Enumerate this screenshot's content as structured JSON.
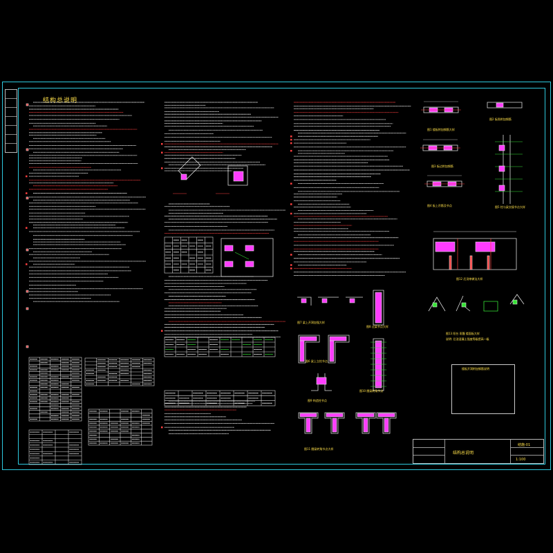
{
  "drawing": {
    "sheet_title": "结构总说明",
    "title_block": {
      "drawing_name": "结构总说明",
      "drawing_code": "结施-01",
      "scale": "1:100"
    },
    "note_box_title": "楼板开洞附加钢筋说明",
    "detail_captions": [
      "图1 楼板附加钢筋大样",
      "图2 板角附加钢筋",
      "图3 板边附加钢筋",
      "图4 板上吊筋及节点",
      "图5 柱与梁交接节点大样",
      "图6 梁上立柱节点",
      "图7 梁上开洞加强大样",
      "图8 过梁节点大样",
      "图9 构造柱节点",
      "图10 圈梁转角节点",
      "图11 圈梁转角节点大样",
      "图12 后浇带做法大样",
      "图13 阳台 雨篷 楼面板大样",
      "说明: 后浇混凝土强度等级提高一级"
    ],
    "colors": {
      "frame": "#2ecbe0",
      "text": "#ffffff",
      "heading": "#ffe04a",
      "dimension": "#ff4040",
      "hatch": "#ff3cff",
      "rebar": "#36e636",
      "line": "#dddddd"
    }
  }
}
